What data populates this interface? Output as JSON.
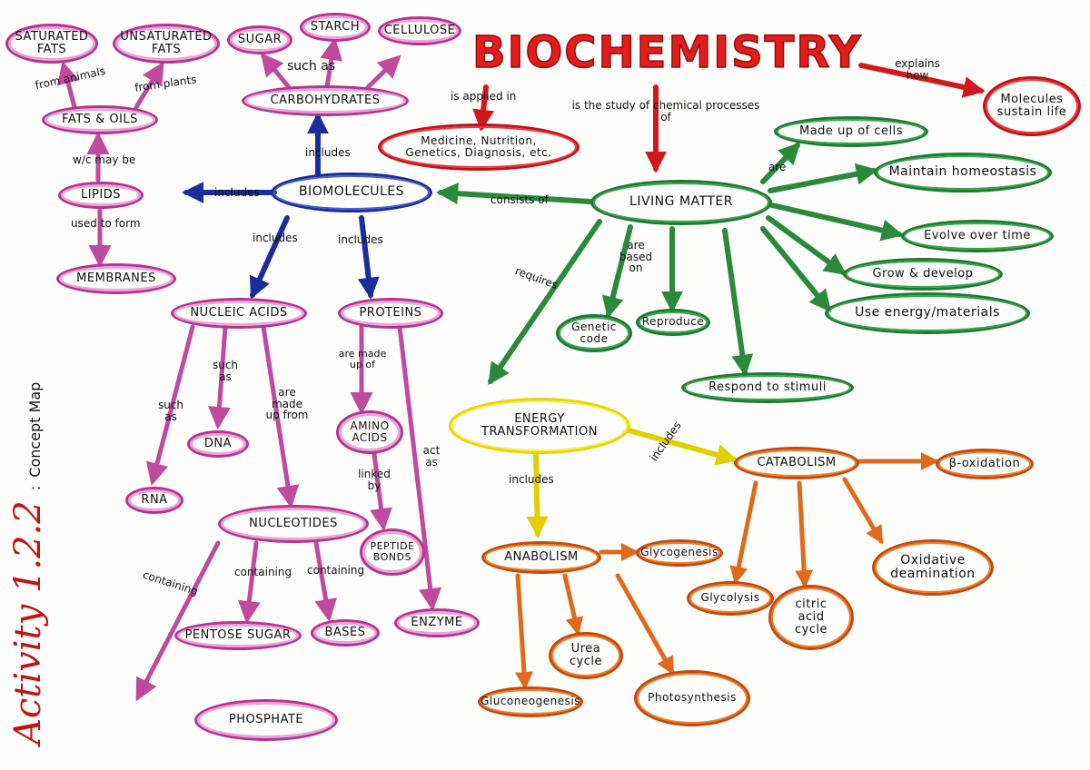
{
  "title": "BIOCHEMISTRY",
  "side_caption": {
    "activity": "Activity 1.2.2",
    "separator": ":",
    "text": "Concept Map"
  },
  "nodes": {
    "saturated_fats": "SATURATED FATS",
    "unsaturated_fats": "UNSATURATED FATS",
    "sugar": "SUGAR",
    "starch": "STARCH",
    "cellulose": "CELLULOSE",
    "fats_oils": "FATS & OILS",
    "carbohydrates": "CARBOHYDRATES",
    "lipids": "LIPIDS",
    "membranes": "MEMBRANES",
    "biomolecules": "BIOMOLECULES",
    "nucleic_acids": "NUCLEIC ACIDS",
    "proteins": "PROTEINS",
    "dna": "DNA",
    "rna": "RNA",
    "amino_acids": "AMINO ACIDS",
    "nucleotides": "NUCLEOTIDES",
    "peptide_bonds": "PEPTIDE BONDS",
    "pentose_sugar": "PENTOSE SUGAR",
    "bases": "BASES",
    "enzyme": "ENZYME",
    "phosphate": "PHOSPHATE",
    "applications": "Medicine, Nutrition, Genetics, Diagnosis, etc.",
    "molecules_sustain_life": "Molecules sustain life",
    "living_matter": "LIVING MATTER",
    "made_up_of_cells": "Made up of cells",
    "maintain_homeostasis": "Maintain homeostasis",
    "evolve_over_time": "Evolve over time",
    "grow_develop": "Grow & develop",
    "use_energy": "Use energy/materials",
    "genetic_code": "Genetic code",
    "reproduce": "Reproduce",
    "respond_stimuli": "Respond to stimuli",
    "energy_transformation": "ENERGY TRANSFORMATION",
    "catabolism": "CATABOLISM",
    "beta_oxidation": "β-oxidation",
    "anabolism": "ANABOLISM",
    "glycogenesis": "Glycogenesis",
    "oxidative_deamination": "Oxidative deamination",
    "glycolysis": "Glycolysis",
    "citric_acid_cycle": "citric acid cycle",
    "urea_cycle": "Urea cycle",
    "gluconeogenesis": "Gluconeogenesis",
    "photosynthesis": "Photosynthesis"
  },
  "links": {
    "from_animals": "from animals",
    "from_plants": "from plants",
    "such_as_carbs": "such as",
    "which_may_be": "w/c may be",
    "used_to_form": "used to form",
    "includes_carbs": "includes",
    "includes_lipids": "includes",
    "includes_nucleic": "includes",
    "includes_proteins": "includes",
    "is_applied_in": "is applied in",
    "study_of": "is the study of chemical processes of",
    "explains_how": "explains how",
    "consists_of": "consists of",
    "are": "are",
    "are_based_on": "are based on",
    "requires": "requires",
    "such_as_dna": "such as",
    "such_as_rna": "such as",
    "are_made_up_from": "are made up from",
    "are_made_up_of": "are made up of",
    "linked_by": "linked by",
    "act_as": "act as",
    "containing_phosphate": "containing",
    "containing_pentose": "containing",
    "containing_bases": "containing",
    "includes_anabolism": "includes",
    "includes_catabolism": "includes"
  },
  "colors": {
    "lipids_carbs_pink": "#b8338f",
    "biomolecules_blue": "#1b2d9c",
    "biochemistry_red": "#c2121a",
    "living_matter_green": "#1f7a31",
    "energy_yellow": "#e8d400",
    "metabolism_orange": "#c44a0b"
  }
}
